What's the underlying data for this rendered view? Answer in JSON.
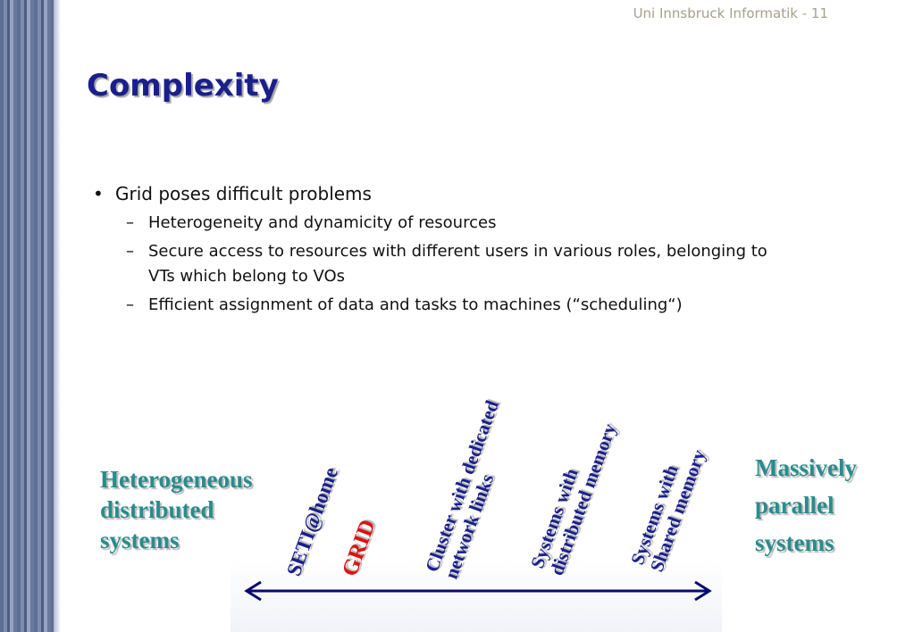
{
  "header": {
    "text": "Uni Innsbruck Informatik - 11"
  },
  "title": "Complexity",
  "bullets": {
    "main": "Grid poses difficult problems",
    "subs": [
      "Heterogeneity and dynamicity of resources",
      "Secure access to resources with different users in various roles, belonging to VTs which belong to VOs",
      "Efficient assignment of data and tasks to machines (“scheduling“)"
    ]
  },
  "spectrum": {
    "left": [
      "Heterogeneous",
      "distributed",
      "systems"
    ],
    "right": [
      "Massively",
      "parallel",
      "systems"
    ],
    "items": {
      "seti": "SETI@home",
      "grid": "GRID",
      "cluster": [
        "Cluster with dedicated",
        "network links"
      ],
      "distributed": [
        "Systems with",
        "distributed memory"
      ],
      "shared": [
        "Systems with",
        "Shared memory"
      ]
    }
  },
  "colors": {
    "title": "#1a1f8c",
    "teal": "#2a8b8c",
    "grid_red": "#e01010",
    "header": "#a7a08a"
  },
  "icons": {
    "arrow": "double-headed-arrow-icon"
  }
}
